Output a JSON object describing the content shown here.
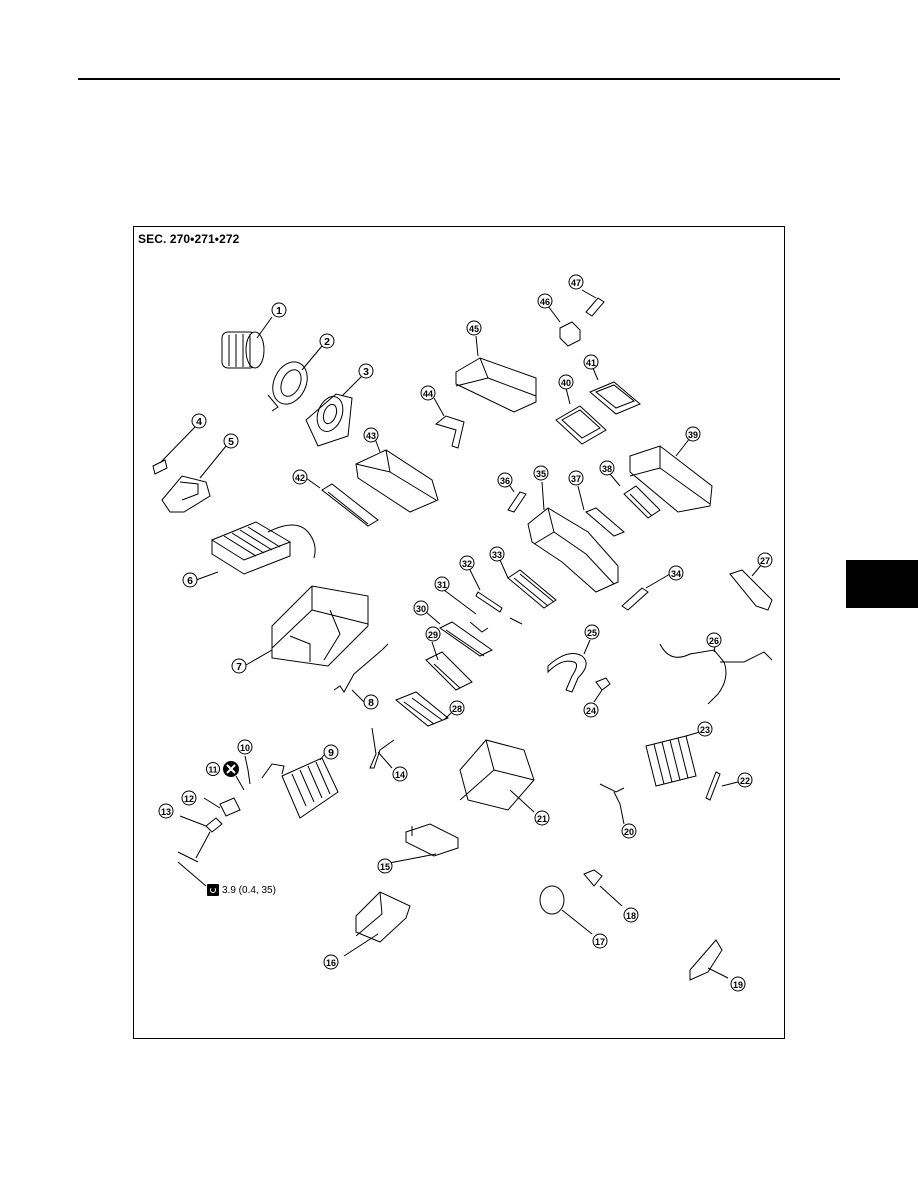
{
  "header": {
    "section_code": "SEC. 270•271•272"
  },
  "torque": {
    "spec": "3.9 (0.4, 35)"
  },
  "callouts": [
    "1",
    "2",
    "3",
    "4",
    "5",
    "6",
    "7",
    "8",
    "9",
    "10",
    "12",
    "13",
    "14",
    "15",
    "16",
    "17",
    "18",
    "19",
    "20",
    "21",
    "22",
    "23",
    "24",
    "25",
    "26",
    "27",
    "28",
    "29",
    "30",
    "31",
    "32",
    "33",
    "34",
    "35",
    "36",
    "37",
    "38",
    "39",
    "40",
    "41",
    "42",
    "43",
    "44",
    "45",
    "46",
    "47"
  ],
  "icons": {
    "non_reusable": "circled-x-icon",
    "torque": "torque-wrench-icon"
  }
}
